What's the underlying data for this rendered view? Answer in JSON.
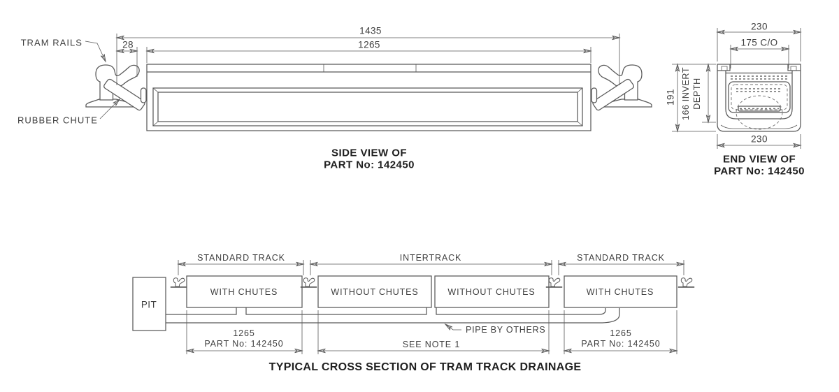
{
  "colors": {
    "line": "#595959",
    "detail": "#6e6e6e",
    "text": "#3f3f3f",
    "caption": "#1f1f1f",
    "bg": "#ffffff"
  },
  "side_view": {
    "label_tram_rails": "TRAM RAILS",
    "label_rubber_chute": "RUBBER CHUTE",
    "dim_overall": "1435",
    "dim_channel": "1265",
    "dim_offset": "28",
    "caption_line1": "SIDE VIEW OF",
    "caption_line2": "PART No: 142450"
  },
  "end_view": {
    "dim_top_width": "230",
    "dim_clear_opening": "175 C/O",
    "dim_bottom_width": "230",
    "dim_height": "191",
    "dim_invert_line1": "166 INVERT",
    "dim_invert_line2": "DEPTH",
    "caption_line1": "END VIEW OF",
    "caption_line2": "PART No: 142450"
  },
  "cross_section": {
    "pit_label": "PIT",
    "track_segments": [
      {
        "label": "STANDARD TRACK"
      },
      {
        "label": "INTERTRACK"
      },
      {
        "label": "STANDARD TRACK"
      }
    ],
    "channel_boxes": [
      {
        "label": "WITH CHUTES"
      },
      {
        "label": "WITHOUT CHUTES"
      },
      {
        "label": "WITHOUT CHUTES"
      },
      {
        "label": "WITH CHUTES"
      }
    ],
    "pipe_note": "PIPE BY OTHERS",
    "dim_left_length": "1265",
    "dim_left_part": "PART No: 142450",
    "dim_mid_note": "SEE NOTE 1",
    "dim_right_length": "1265",
    "dim_right_part": "PART No: 142450",
    "title": "TYPICAL CROSS SECTION OF TRAM TRACK DRAINAGE"
  }
}
